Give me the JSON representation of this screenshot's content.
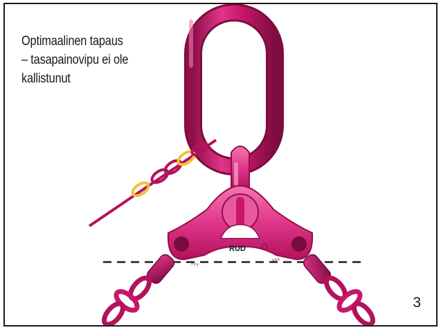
{
  "caption": {
    "lines": [
      "Optimaalinen tapaus",
      "– tasapainovipu ei ole",
      "kallistunut"
    ]
  },
  "spreader_plate": {
    "brand": "RUD",
    "left_mark": "YYY",
    "right_mark": "XXX"
  },
  "page_number": "3",
  "colors": {
    "magenta": "#d81b72",
    "magenta_dark": "#8f0f4a",
    "magenta_light": "#f07ab0",
    "gold_link": "#f2c230",
    "dashed_line": "#1a1a1a",
    "border": "#1a1a1a"
  }
}
